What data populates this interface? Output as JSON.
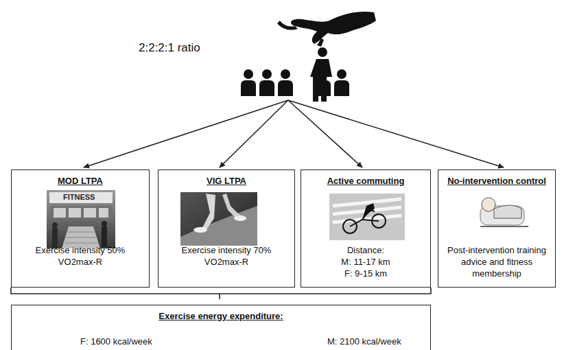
{
  "diagram": {
    "nodes": [
      {
        "text": [
          "MOD LTPA",
          "Exercise intensity 50% VO2max-R"
        ]
      },
      {
        "text": [
          "VIG LTPA",
          "Exercise intensity 70% VO2max-R"
        ]
      },
      {
        "text": [
          "Active commuting",
          "Distance:",
          "M: 11-17 km",
          "F: 9-15 km"
        ]
      },
      {
        "text": [
          "No-intervention control",
          "Post-intervention training advice and fitness membership"
        ]
      },
      {
        "text": [
          "Exercise energy expenditure:",
          "F: 1600 kcal/week",
          "M: 2100 kcal/week"
        ]
      }
    ],
    "labels": [
      "2:2:2:1 ratio",
      "FITNESS"
    ]
  }
}
